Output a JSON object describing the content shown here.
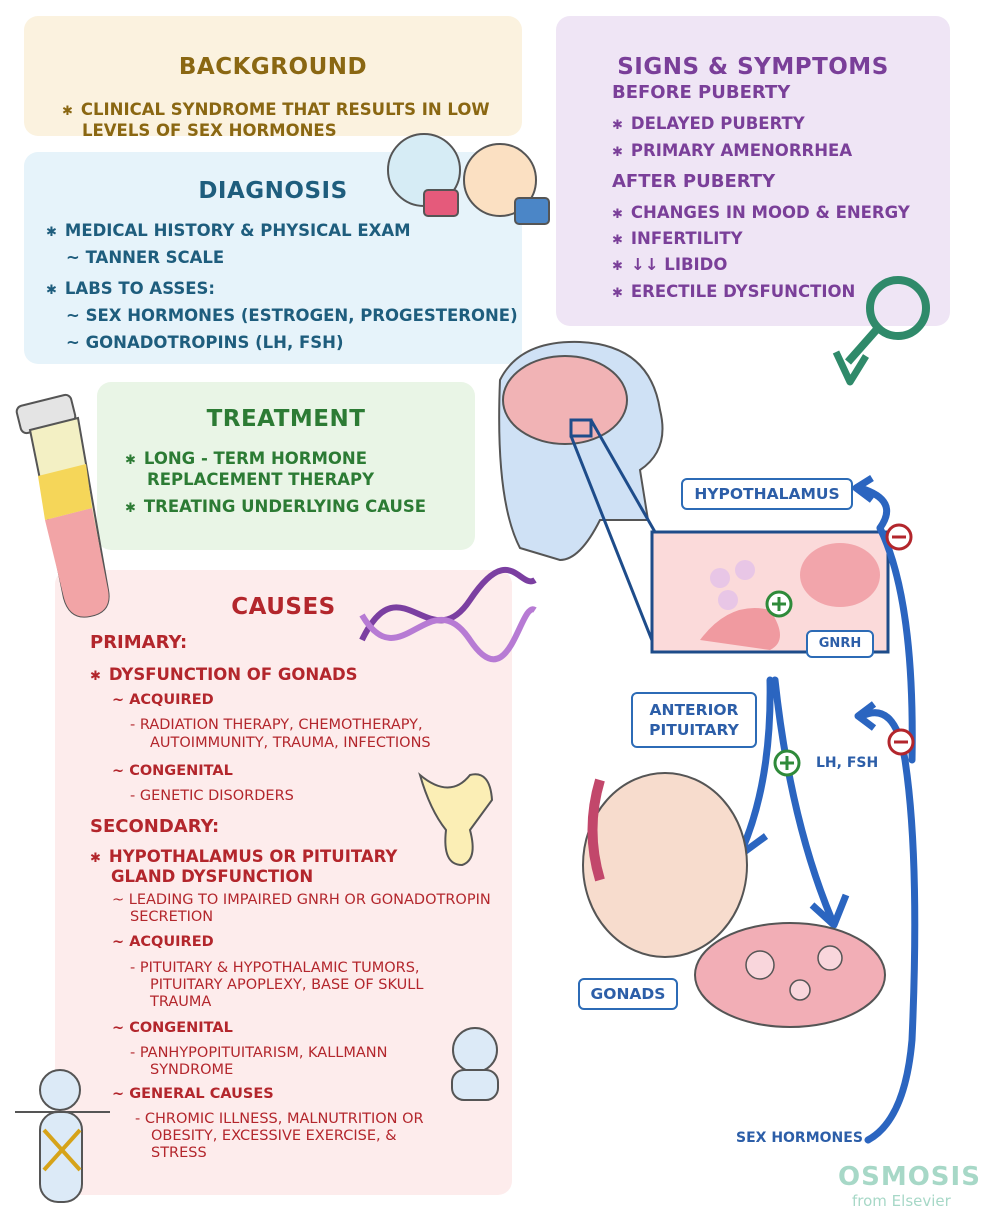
{
  "background": {
    "title": "BACKGROUND",
    "line1": "CLINICAL SYNDROME that RESULTS in LOW",
    "line2": "LEVELS of SEX HORMONES"
  },
  "signs": {
    "title": "SIGNS & SYMPTOMS",
    "before_heading": "BEFORE PUBERTY",
    "before_items": [
      "DELAYED PUBERTY",
      "PRIMARY AMENORRHEA"
    ],
    "after_heading": "AFTER PUBERTY",
    "after_items": [
      "CHANGES in MOOD & ENERGY",
      "INFERTILITY",
      "↓↓ LIBIDO",
      "ERECTILE DYSFUNCTION"
    ]
  },
  "diagnosis": {
    "title": "DIAGNOSIS",
    "item1": "MEDICAL HISTORY & PHYSICAL EXAM",
    "item1_sub": "~ TANNER SCALE",
    "item2": "LABS to ASSES:",
    "item2_sub1": "~ SEX HORMONES (ESTROGEN, PROGESTERONE)",
    "item2_sub2": "~ GONADOTROPINS (LH, FSH)"
  },
  "treatment": {
    "title": "TREATMENT",
    "item1_line1": "LONG - TERM HORMONE",
    "item1_line2": "REPLACEMENT THERAPY",
    "item2": "TREATING UNDERLYING CAUSE"
  },
  "causes": {
    "title": "CAUSES",
    "primary": "PRIMARY:",
    "primary_item": "DYSFUNCTION of GONADS",
    "p_acquired": "~ ACQUIRED",
    "p_acquired_l1": "- RADIATION THERAPY, CHEMOTHERAPY,",
    "p_acquired_l2": "AUTOIMMUNITY, TRAUMA, INFECTIONS",
    "p_congenital": "~ CONGENITAL",
    "p_congenital_l1": "- GENETIC DISORDERS",
    "secondary": "SECONDARY:",
    "secondary_item_l1": "HYPOTHALAMUS or PITUITARY",
    "secondary_item_l2": "GLAND DYSFUNCTION",
    "s_leading_l1": "~ leading to IMPAIRED GnRH or GONADOTROPIN",
    "s_leading_l2": "SECRETION",
    "s_acquired": "~ ACQUIRED",
    "s_acquired_l1": "- PITUITARY & HYPOTHALAMIC TUMORS,",
    "s_acquired_l2": "PITUITARY APOPLEXY, BASE of SKULL",
    "s_acquired_l3": "TRAUMA",
    "s_congenital": "~ CONGENITAL",
    "s_congenital_l1": "- PANHYPOPITUITARISM, KALLMANN",
    "s_congenital_l2": "SYNDROME",
    "general": "~ GENERAL CAUSES",
    "general_l1": "- CHROMIC ILLNESS, MALNUTRITION or",
    "general_l2": "OBESITY, EXCESSIVE EXERCISE, &",
    "general_l3": "STRESS"
  },
  "diagram": {
    "hypothalamus": "HYPOTHALAMUS",
    "gnrh": "GNRH",
    "anterior_l1": "ANTERIOR",
    "anterior_l2": "PITUITARY",
    "lh_fsh": "LH, FSH",
    "gonads": "GONADS",
    "sex_hormones": "SEX HORMONES"
  },
  "brand": {
    "name": "OSMOSIS",
    "sub": "from Elsevier"
  },
  "colors": {
    "background": "#8a6712",
    "signs": "#7a3f99",
    "diagnosis": "#1e5d7d",
    "treatment": "#2c7b34",
    "causes": "#b3262c",
    "diagram_blue": "#2c5ea8"
  }
}
